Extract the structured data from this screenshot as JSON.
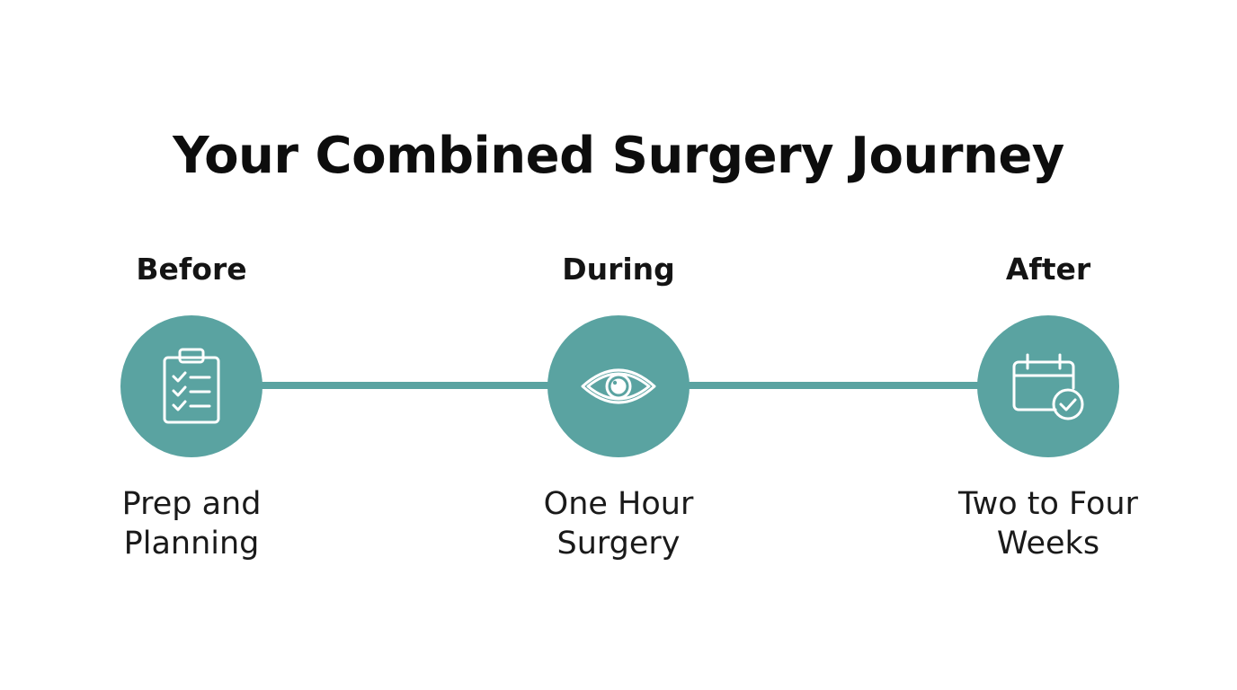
{
  "title": "Your Combined Surgery Journey",
  "accent_color": "#5aa3a1",
  "stages": [
    {
      "label": "Before",
      "icon": "clipboard-checklist-icon",
      "desc_line1": "Prep and",
      "desc_line2": "Planning"
    },
    {
      "label": "During",
      "icon": "eye-icon",
      "desc_line1": "One Hour",
      "desc_line2": "Surgery"
    },
    {
      "label": "After",
      "icon": "calendar-check-icon",
      "desc_line1": "Two to Four",
      "desc_line2": "Weeks"
    }
  ]
}
